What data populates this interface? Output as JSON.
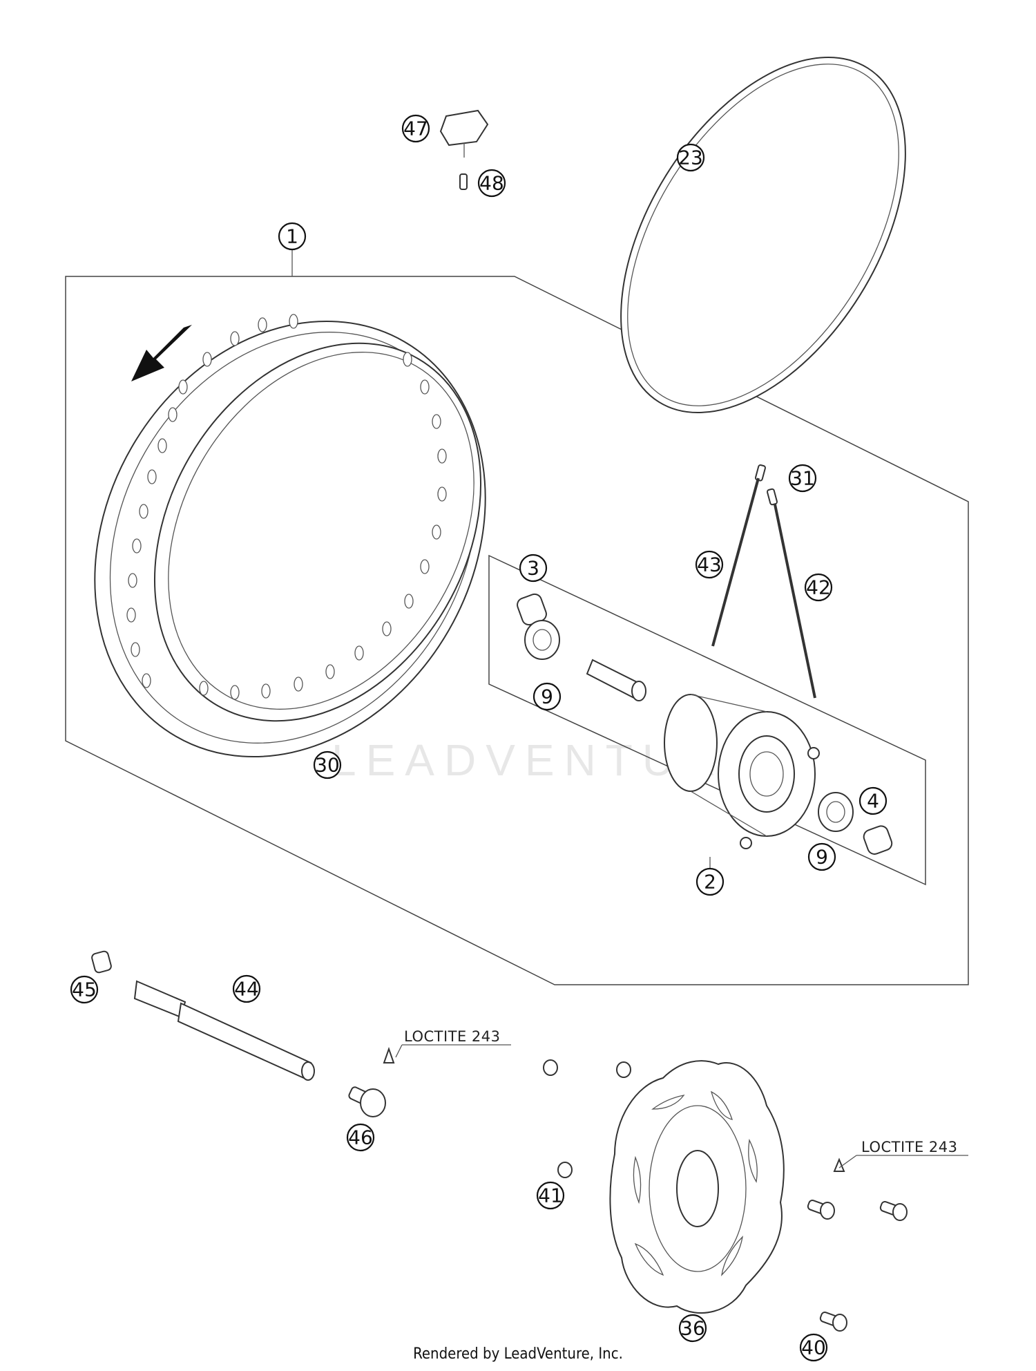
{
  "callouts": {
    "c1": "1",
    "c2": "2",
    "c3": "3",
    "c4": "4",
    "c9a": "9",
    "c9b": "9",
    "c23": "23",
    "c30": "30",
    "c31": "31",
    "c36": "36",
    "c40": "40",
    "c41": "41",
    "c42": "42",
    "c43": "43",
    "c44": "44",
    "c45": "45",
    "c46": "46",
    "c47": "47",
    "c48": "48"
  },
  "notes": {
    "loctite_left": "LOCTITE 243",
    "loctite_right": "LOCTITE 243"
  },
  "watermark": "LEADVENTURE",
  "footer": "Rendered by LeadVenture, Inc."
}
